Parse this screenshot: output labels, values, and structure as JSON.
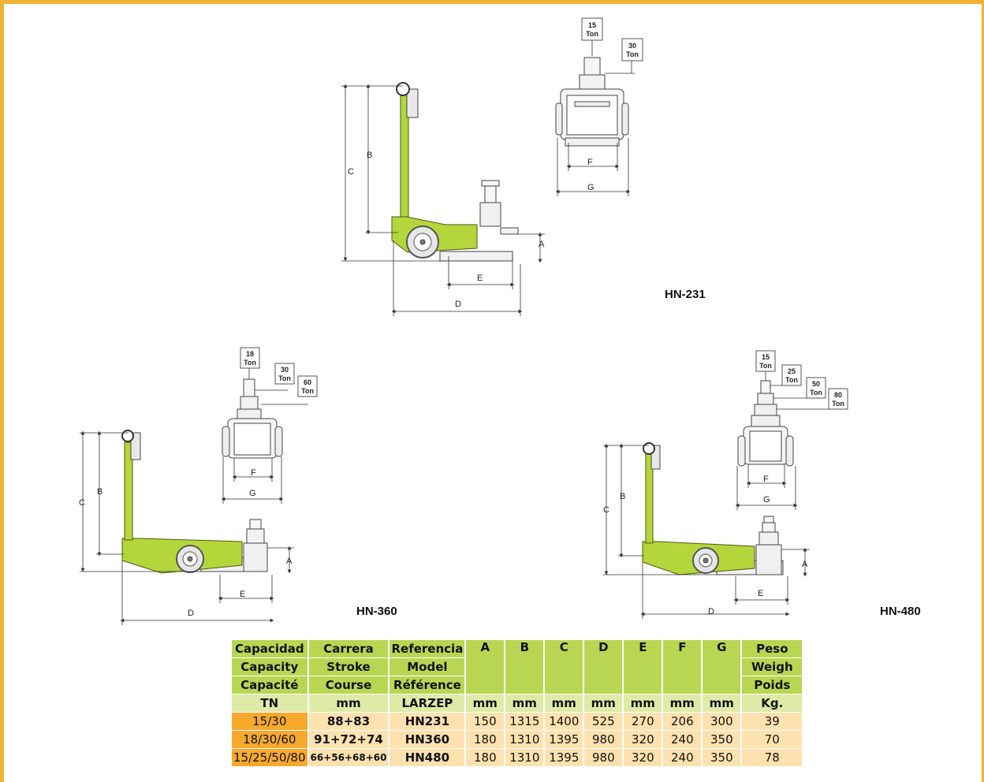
{
  "drawings": {
    "hn231": {
      "model": "HN-231",
      "dims": {
        "A": "A",
        "B": "B",
        "C": "C",
        "D": "D",
        "E": "E",
        "F": "F",
        "G": "G"
      },
      "tags": [
        [
          "15",
          "Ton"
        ],
        [
          "30",
          "Ton"
        ]
      ]
    },
    "hn360": {
      "model": "HN-360",
      "dims": {
        "A": "A",
        "B": "B",
        "C": "C",
        "D": "D",
        "E": "E",
        "F": "F",
        "G": "G"
      },
      "tags": [
        [
          "18",
          "Ton"
        ],
        [
          "30",
          "Ton"
        ],
        [
          "60",
          "Ton"
        ]
      ]
    },
    "hn480": {
      "model": "HN-480",
      "dims": {
        "A": "A",
        "B": "B",
        "C": "C",
        "D": "D",
        "E": "E",
        "F": "F",
        "G": "G"
      },
      "tags": [
        [
          "15",
          "Ton"
        ],
        [
          "25",
          "Ton"
        ],
        [
          "50",
          "Ton"
        ],
        [
          "80",
          "Ton"
        ]
      ]
    }
  },
  "table": {
    "headers": {
      "capacity": [
        "Capacidad",
        "Capacity",
        "Capacité"
      ],
      "stroke": [
        "Carrera",
        "Stroke",
        "Course"
      ],
      "reference": [
        "Referencia",
        "Model",
        "Référence"
      ],
      "letters": [
        "A",
        "B",
        "C",
        "D",
        "E",
        "F",
        "G"
      ],
      "weight": [
        "Peso",
        "Weigh",
        "Poids"
      ]
    },
    "units": [
      "TN",
      "mm",
      "LARZEP",
      "mm",
      "mm",
      "mm",
      "mm",
      "mm",
      "mm",
      "mm",
      "Kg."
    ],
    "rows": [
      {
        "capacity": "15/30",
        "stroke": "88+83",
        "model": "HN231",
        "A": "150",
        "B": "1315",
        "C": "1400",
        "D": "525",
        "E": "270",
        "F": "206",
        "G": "300",
        "weight": "39"
      },
      {
        "capacity": "18/30/60",
        "stroke": "91+72+74",
        "model": "HN360",
        "A": "180",
        "B": "1310",
        "C": "1395",
        "D": "980",
        "E": "320",
        "F": "240",
        "G": "350",
        "weight": "70"
      },
      {
        "capacity": "15/25/50/80",
        "stroke": "66+56+68+60",
        "model": "HN480",
        "A": "180",
        "B": "1310",
        "C": "1395",
        "D": "980",
        "E": "320",
        "F": "240",
        "G": "350",
        "weight": "78"
      }
    ]
  },
  "colors": {
    "frame_border": "#f2b233",
    "jack_green": "#b5d63a",
    "header_green": "#b9d653",
    "unit_green": "#dfeaa6",
    "capacity_orange": "#f6a92d",
    "cell_peach": "#fde2b0"
  }
}
